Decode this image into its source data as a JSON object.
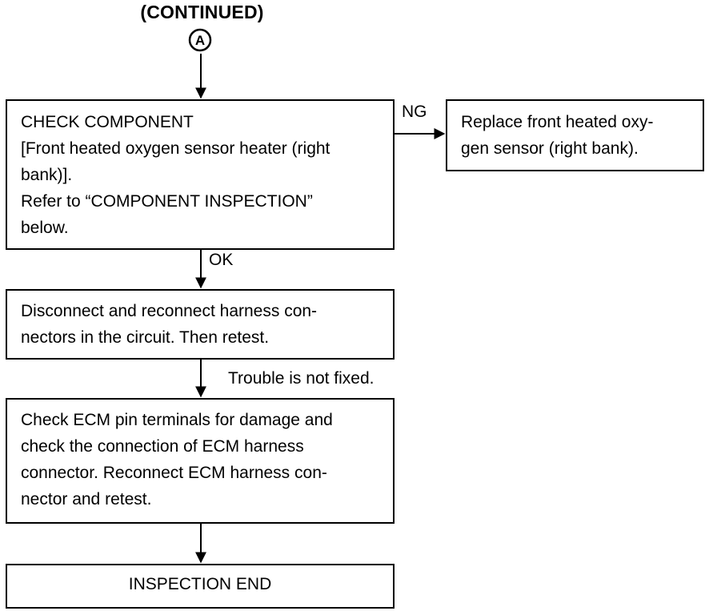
{
  "title": "(CONTINUED)",
  "connector": {
    "letter": "A"
  },
  "steps": {
    "check_component": "CHECK COMPONENT\n[Front heated oxygen sensor heater (right\nbank)].\nRefer to “COMPONENT INSPECTION”\nbelow.",
    "replace": "Replace front heated oxy-\ngen sensor (right bank).",
    "reconnect": "Disconnect and reconnect harness con-\nnectors in the circuit. Then retest.",
    "ecm_check": "Check ECM pin terminals for damage and\ncheck the connection of ECM harness\nconnector. Reconnect ECM harness con-\nnector and retest.",
    "end": "INSPECTION END"
  },
  "edges": {
    "ng_label": "NG",
    "ok_label": "OK",
    "trouble_label": "Trouble is not fixed."
  }
}
